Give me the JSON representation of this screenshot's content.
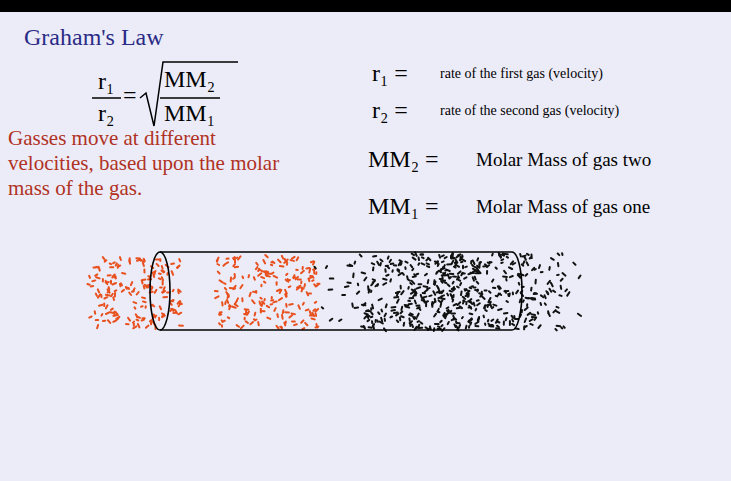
{
  "diagram": {
    "title": "Graham's Law",
    "labels": [
      "r₁",
      "r₂",
      "=",
      "MM₂",
      "MM₁",
      "Gasses move at different velocities, based upon the molar mass of the gas.",
      "r₁ =",
      "rate of the first gas (velocity)",
      "r₂ =",
      "rate of the second gas (velocity)",
      "MM₂ =",
      "Molar Mass of gas two",
      "MM₁ =",
      "Molar Mass of gas one"
    ]
  }
}
